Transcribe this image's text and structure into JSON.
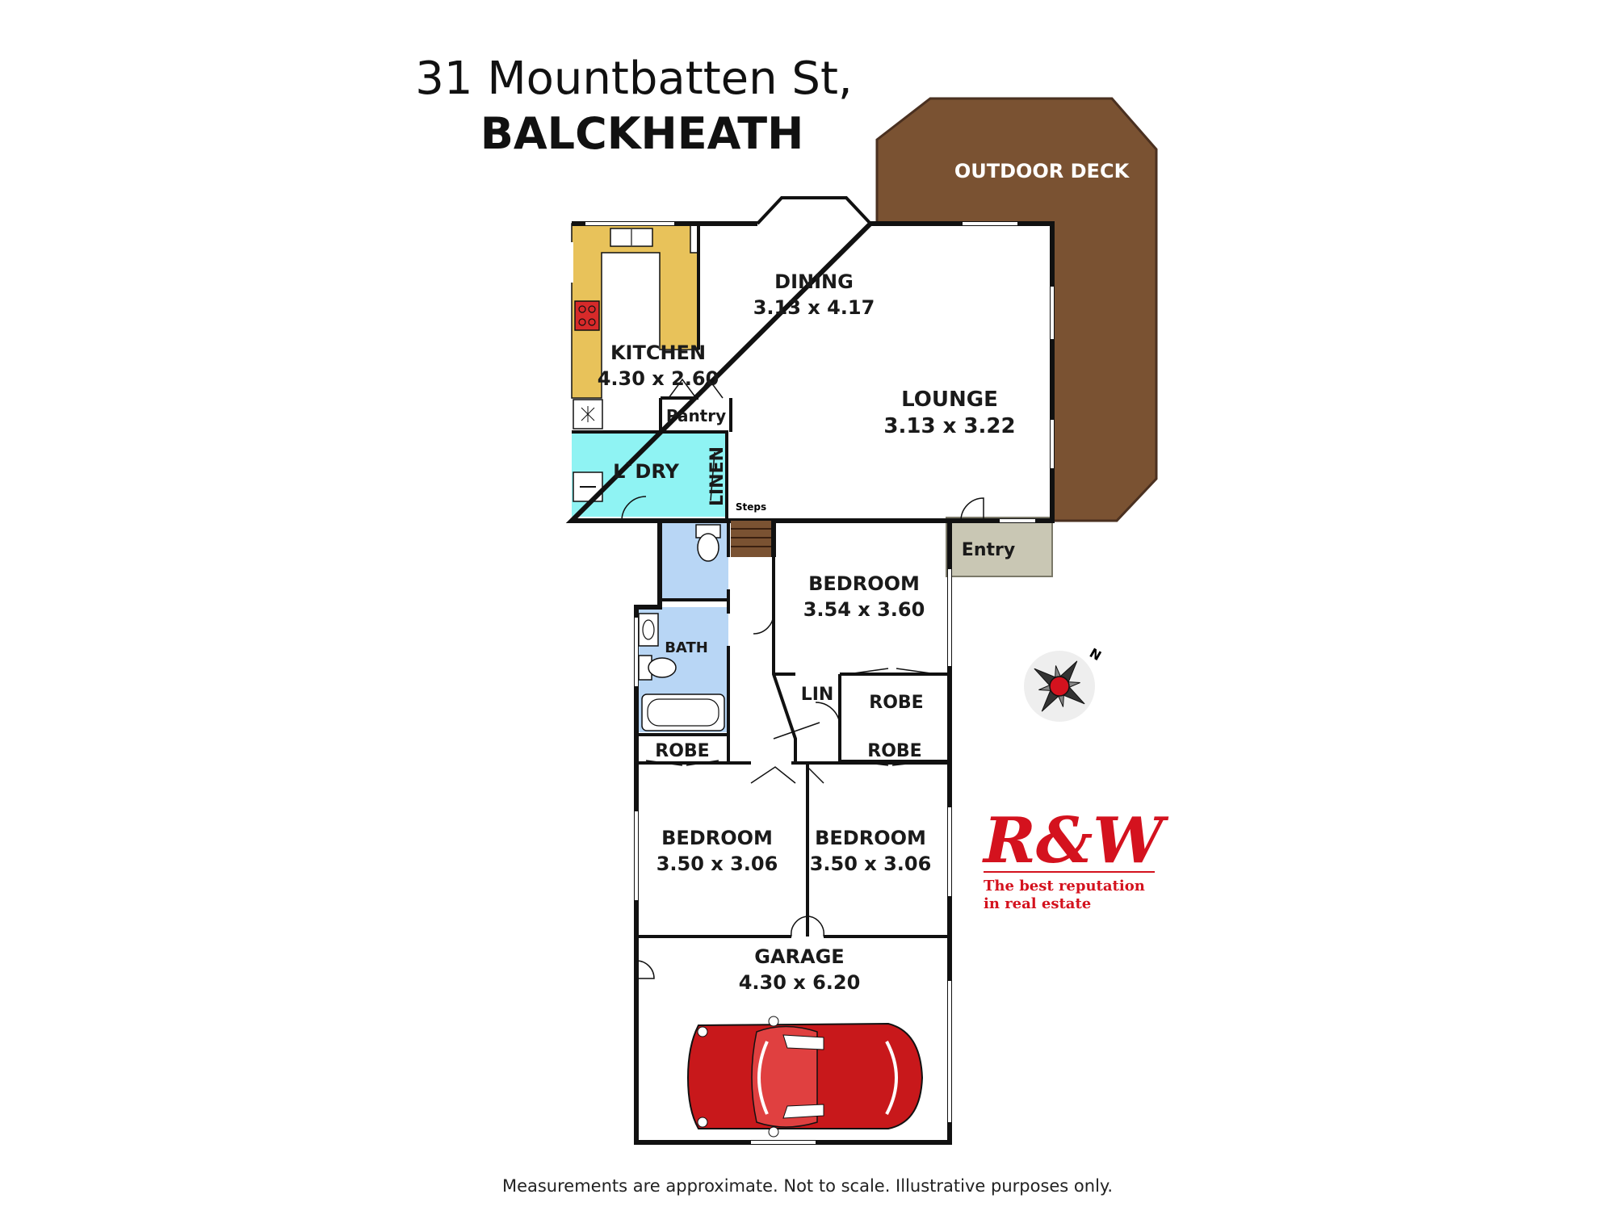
{
  "title": {
    "address": "31 Mountbatten St,",
    "suburb": "BALCKHEATH"
  },
  "rooms": {
    "outdoor_deck": "OUTDOOR DECK",
    "dining": {
      "name": "DINING",
      "size": "3.13 x 4.17"
    },
    "kitchen": {
      "name": "KITCHEN",
      "size": "4.30 x 2.60"
    },
    "pantry": "Pantry",
    "lounge": {
      "name": "LOUNGE",
      "size": "3.13 x 3.22"
    },
    "laundry": "L`DRY",
    "linen": "LINEN",
    "steps": "Steps",
    "entry": "Entry",
    "bedroom1": {
      "name": "BEDROOM",
      "size": "3.54 x 3.60"
    },
    "bath": "BATH",
    "lin": "LIN",
    "robe1": "ROBE",
    "robe2": "ROBE",
    "robe3": "ROBE",
    "bedroom2": {
      "name": "BEDROOM",
      "size": "3.50 x 3.06"
    },
    "bedroom3": {
      "name": "BEDROOM",
      "size": "3.50 x 3.06"
    },
    "garage": {
      "name": "GARAGE",
      "size": "4.30 x 6.20"
    }
  },
  "compass": {
    "label": "N"
  },
  "logo": {
    "brand": "R&W",
    "tagline_line1": "The best reputation",
    "tagline_line2": "in real estate",
    "color": "#d4121e"
  },
  "colors": {
    "kitchen_bench": "#e8c25a",
    "laundry": "#8ff3f3",
    "bathroom": "#b8d6f5",
    "deck": "#7a5232",
    "entry": "#c9c7b4",
    "car": "#c8181b"
  },
  "footer": "Measurements are approximate. Not to scale. Illustrative purposes only."
}
